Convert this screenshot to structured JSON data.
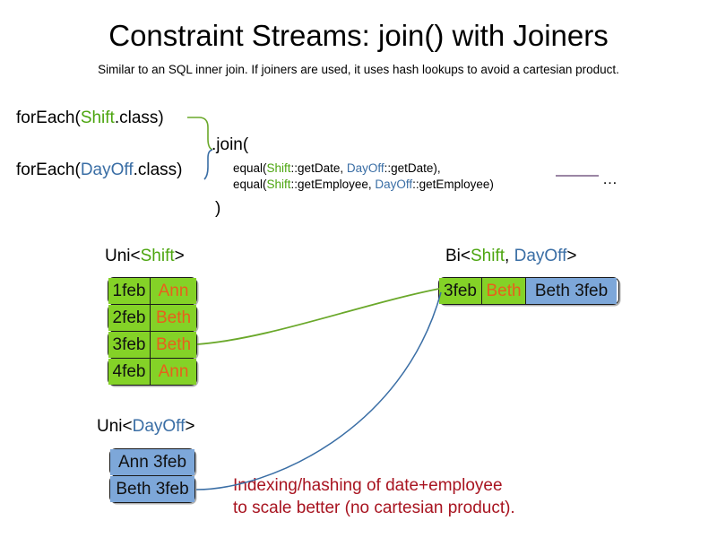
{
  "header": {
    "title": "Constraint Streams: join() with Joiners",
    "subtitle": "Similar to an SQL inner join. If joiners are used, it uses hash lookups to avoid a cartesian product."
  },
  "code": {
    "foreach_shift": {
      "prefix": "forEach(",
      "type": "Shift",
      "suffix": ".class)"
    },
    "foreach_dayoff": {
      "prefix": "forEach(",
      "type": "DayOff",
      "suffix": ".class)"
    },
    "join_open": ".join(",
    "join_close": ")",
    "joiner_1": {
      "prefix": "equal(",
      "left_type": "Shift",
      "left_ref": "::getDate, ",
      "right_type": "DayOff",
      "right_ref": "::getDate),"
    },
    "joiner_2": {
      "prefix": "equal(",
      "left_type": "Shift",
      "left_ref": "::getEmployee, ",
      "right_type": "DayOff",
      "right_ref": "::getEmployee)"
    },
    "ellipsis": "…"
  },
  "streams": {
    "uni_shift": {
      "label_prefix": "Uni<",
      "label_type": "Shift",
      "label_suffix": ">",
      "rows": [
        {
          "date": "1feb",
          "employee": "Ann"
        },
        {
          "date": "2feb",
          "employee": "Beth"
        },
        {
          "date": "3feb",
          "employee": "Beth"
        },
        {
          "date": "4feb",
          "employee": "Ann"
        }
      ]
    },
    "uni_dayoff": {
      "label_prefix": "Uni<",
      "label_type": "DayOff",
      "label_suffix": ">",
      "rows": [
        {
          "value": "Ann 3feb"
        },
        {
          "value": "Beth 3feb"
        }
      ]
    },
    "bi_result": {
      "label_prefix": "Bi<",
      "label_type_a": "Shift",
      "label_comma": ", ",
      "label_type_b": "DayOff",
      "label_suffix": ">",
      "row": {
        "date": "3feb",
        "employee": "Beth",
        "dayoff": "Beth 3feb"
      }
    }
  },
  "annotation": {
    "line1": "Indexing/hashing of date+employee",
    "line2": "to scale better (no cartesian product)."
  },
  "colors": {
    "shift_green": "#4ca50f",
    "dayoff_blue": "#3a6ea5",
    "box_green_fill": "#84d227",
    "box_blue_fill": "#7da7d9",
    "employee_orange": "#e8601c",
    "annotation_red": "#a81420",
    "connector_green": "#6aa82a",
    "connector_blue": "#3a6ea5",
    "rule_purple": "#7a5f86",
    "text_black": "#000000"
  }
}
